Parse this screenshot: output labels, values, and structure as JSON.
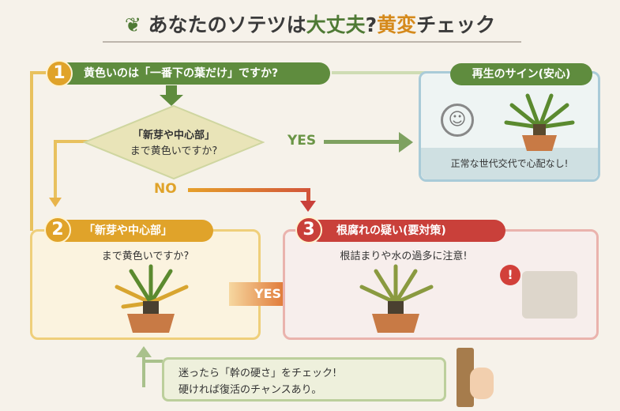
{
  "title": {
    "p1": "あなたの",
    "p2": "ソテツ",
    "p3": "は",
    "p4": "大丈夫",
    "p5": "?",
    "p6": "黄変",
    "p7": "チェック"
  },
  "step1": {
    "num": "1",
    "question": "黄色いのは「一番下の葉だけ」ですか?"
  },
  "diamond": {
    "line1": "「新芽や中心部」",
    "line2": "まで黄色いですか?",
    "yes": "YES",
    "no": "NO"
  },
  "regen": {
    "title": "再生のサイン(安心)",
    "text": "正常な世代交代で心配なし!"
  },
  "step2": {
    "num": "2",
    "title": "「新芽や中心部」",
    "text": "まで黄色いですか?",
    "yes": "YES"
  },
  "step3": {
    "num": "3",
    "title": "根腐れの疑い(要対策)",
    "text": "根詰まりや水の過多に注意!"
  },
  "tip": {
    "line1": "迷ったら「幹の硬さ」をチェック!",
    "line2": "硬ければ復活のチャンスあり。"
  },
  "colors": {
    "green": "#5f8c3e",
    "orange": "#e0a32a",
    "red": "#c9403a",
    "blue": "#a9cbd8"
  }
}
